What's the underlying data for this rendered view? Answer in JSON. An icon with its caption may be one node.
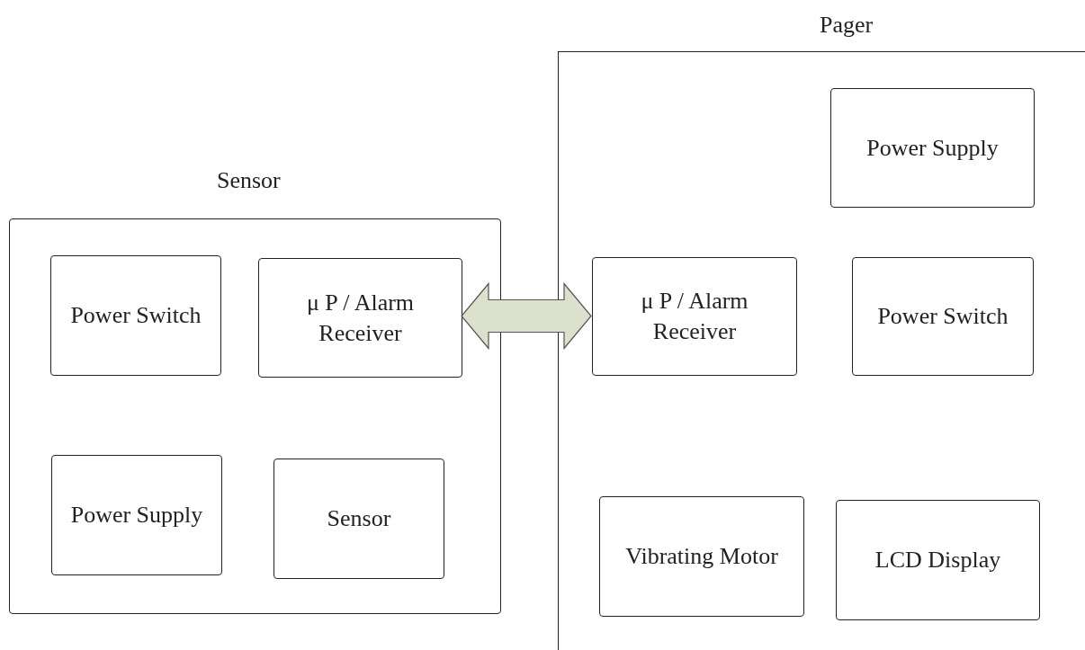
{
  "diagram": {
    "nodes": [
      {
        "text": [
          "Sensor"
        ]
      },
      {
        "text": [
          "Power Switch"
        ],
        "in": 0
      },
      {
        "text": [
          "μ P / Alarm Receiver"
        ],
        "in": 0
      },
      {
        "text": [
          "Power Supply"
        ],
        "in": 0
      },
      {
        "text": [
          "Sensor"
        ],
        "in": 0
      },
      {
        "text": [
          "Pager"
        ]
      },
      {
        "text": [
          "Power Supply"
        ],
        "in": 5
      },
      {
        "text": [
          "μ P / Alarm Receiver"
        ],
        "in": 5
      },
      {
        "text": [
          "Power Switch"
        ],
        "in": 5
      },
      {
        "text": [
          "Vibrating Motor"
        ],
        "in": 5
      },
      {
        "text": [
          "LCD Display"
        ],
        "in": 5
      }
    ],
    "edges": [
      {
        "from": 2,
        "to": 7,
        "arrow": "both",
        "style": "thick",
        "color": "#dbe1cc"
      }
    ]
  }
}
